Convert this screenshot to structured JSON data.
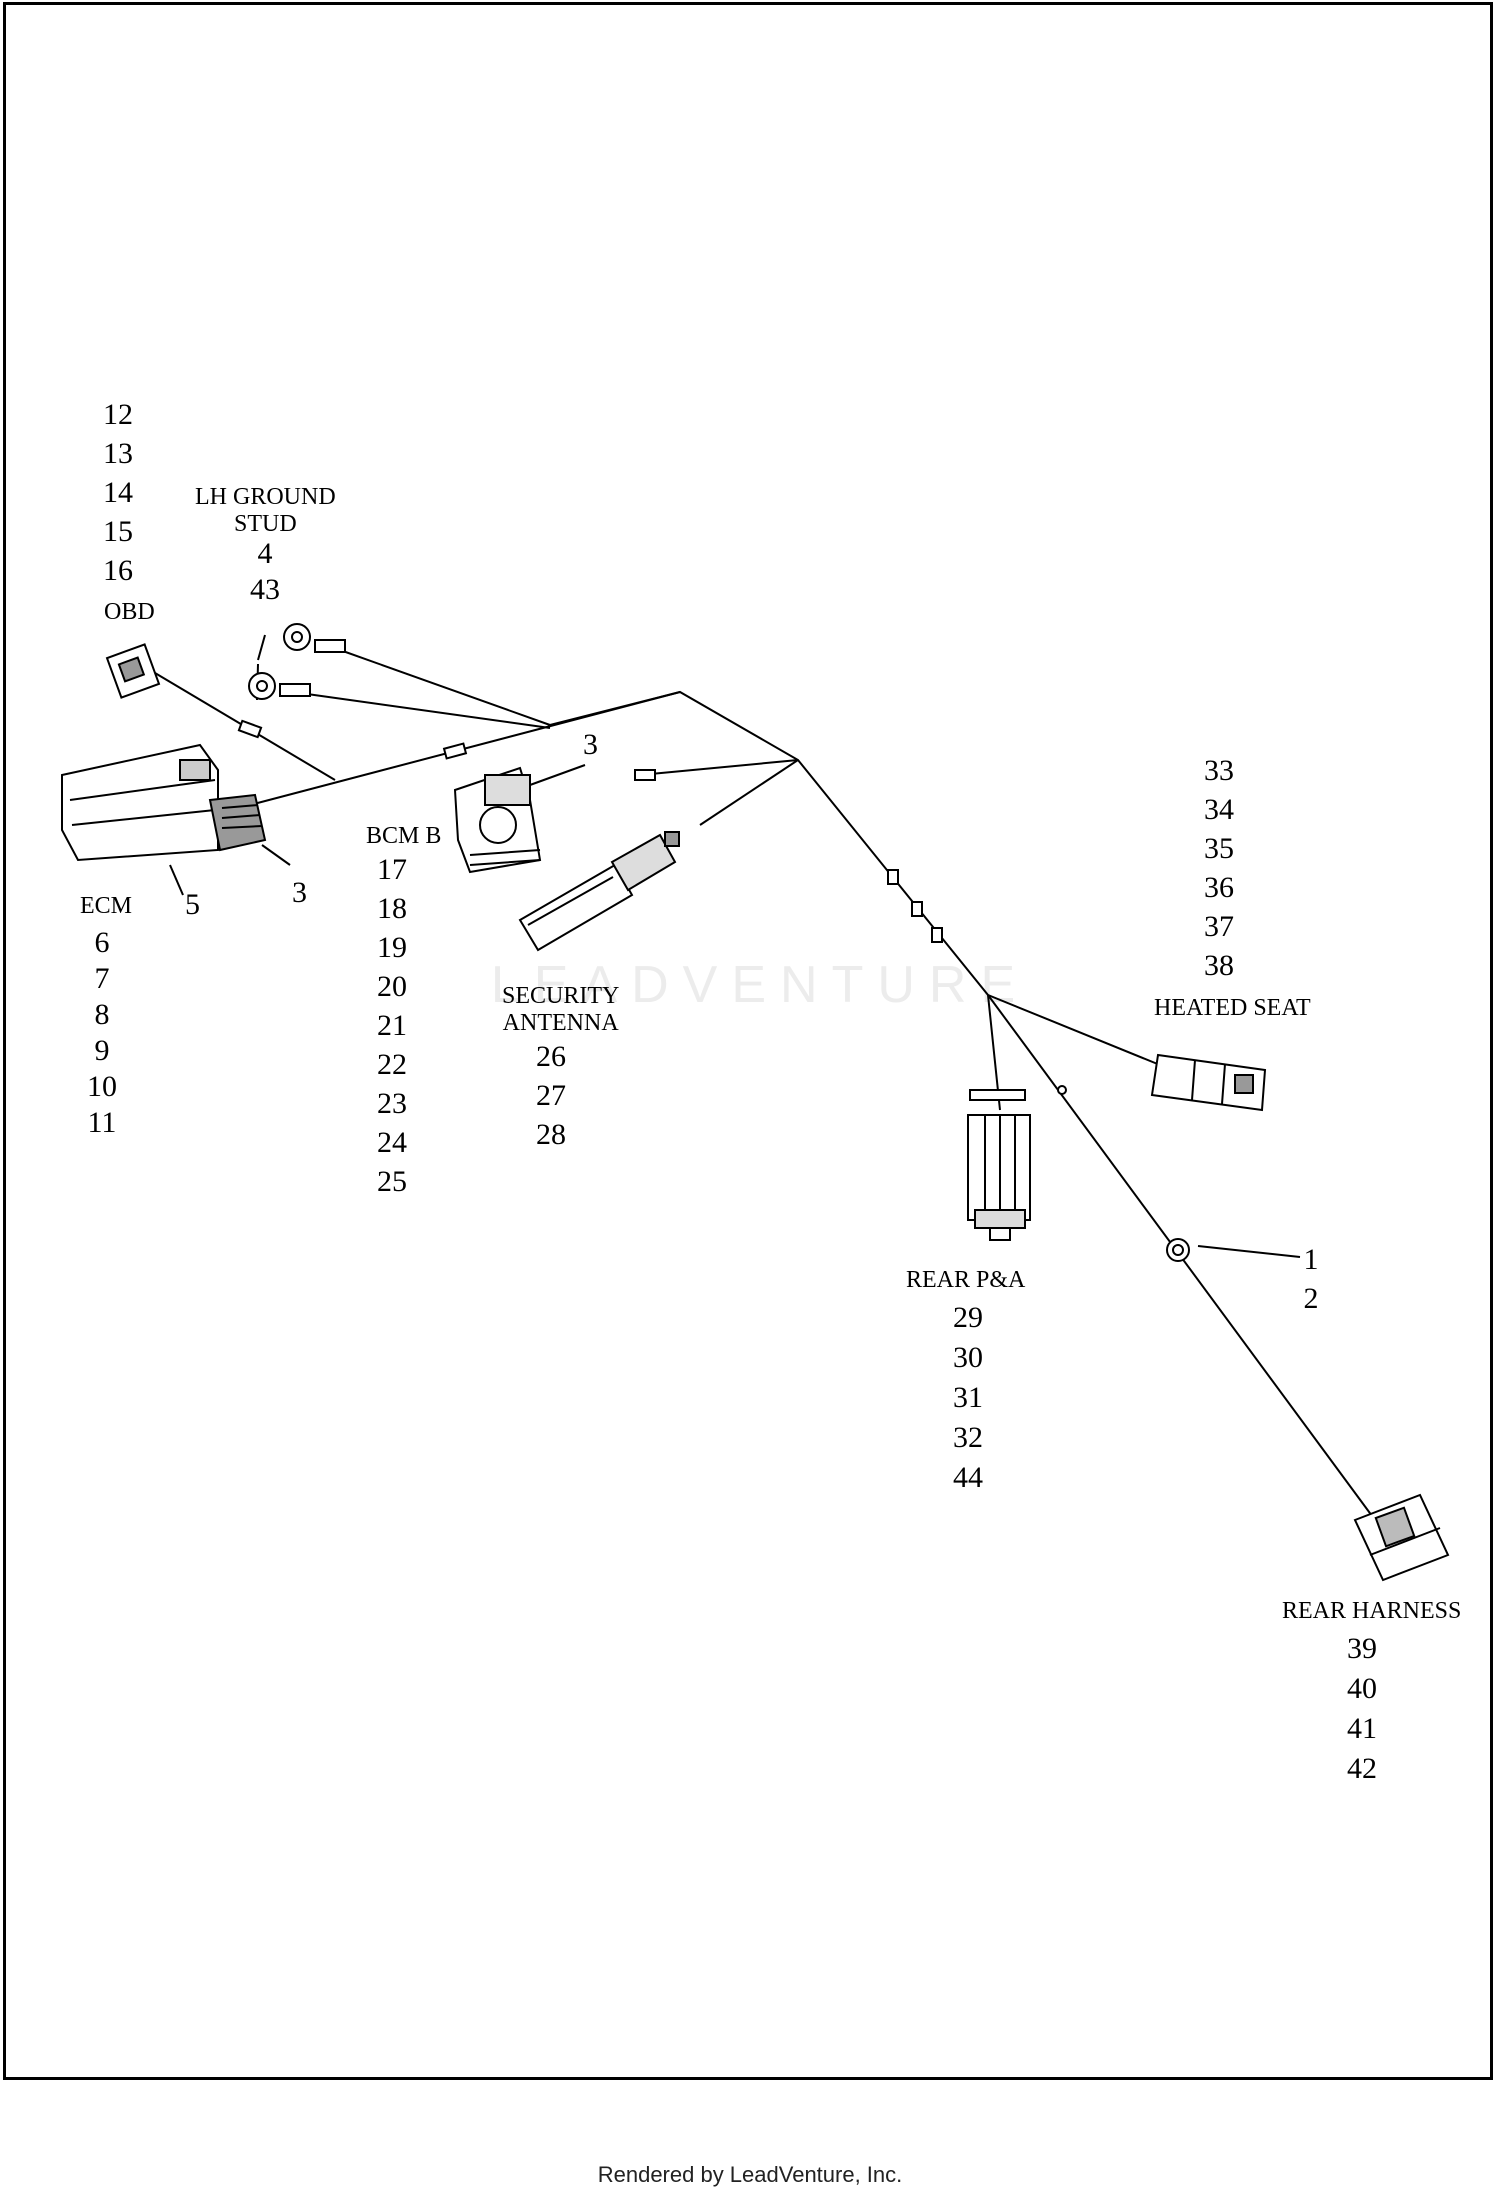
{
  "footer": "Rendered by LeadVenture, Inc.",
  "watermark": "LEADVENTURE",
  "colors": {
    "line": "#000000",
    "watermark": "#ececec",
    "background": "#ffffff"
  },
  "callouts": {
    "obd_nums": [
      "12",
      "13",
      "14",
      "15",
      "16"
    ],
    "obd_label": "OBD",
    "lh_ground_label": [
      "LH GROUND",
      "STUD"
    ],
    "lh_ground_nums": [
      "4",
      "43"
    ],
    "bcm_item": "3",
    "ecm_label": "ECM",
    "ecm_item_5": "5",
    "ecm_item_3": "3",
    "ecm_nums": [
      "6",
      "7",
      "8",
      "9",
      "10",
      "11"
    ],
    "bcm_label": "BCM B",
    "bcm_nums": [
      "17",
      "18",
      "19",
      "20",
      "21",
      "22",
      "23",
      "24",
      "25"
    ],
    "security_label": [
      "SECURITY",
      "ANTENNA"
    ],
    "security_nums": [
      "26",
      "27",
      "28"
    ],
    "heated_nums": [
      "33",
      "34",
      "35",
      "36",
      "37",
      "38"
    ],
    "heated_label": "HEATED SEAT",
    "clip_nums": [
      "1",
      "2"
    ],
    "rear_pa_label": "REAR P&A",
    "rear_pa_nums": [
      "29",
      "30",
      "31",
      "32",
      "44"
    ],
    "rear_harness_label": "REAR HARNESS",
    "rear_harness_nums": [
      "39",
      "40",
      "41",
      "42"
    ]
  }
}
